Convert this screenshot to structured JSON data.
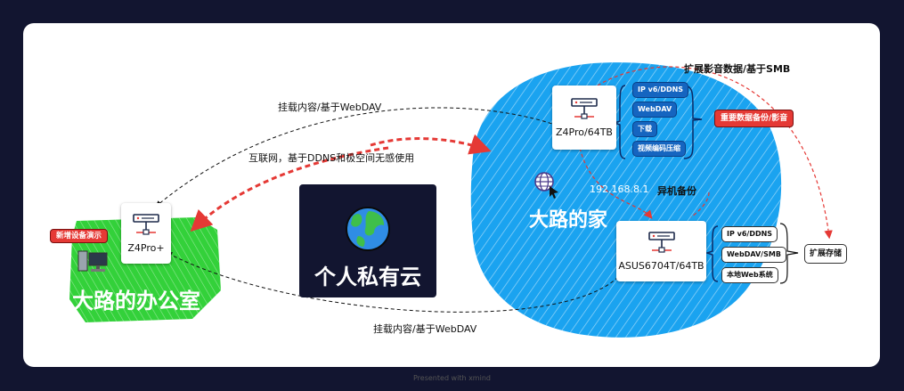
{
  "nodes": {
    "office_device": "Z4Pro+",
    "home_device_main": "Z4Pro/64TB",
    "home_device_backup": "ASUS6704T/64TB"
  },
  "labels": {
    "mount_top": "挂载内容/基于WebDAV",
    "internet": "互联网，基于DDNS和极空间无感使用",
    "mount_bottom": "挂载内容/基于WebDAV",
    "expand_media": "扩展影音数据/基于SMB",
    "ip_address": "192.168.8.1",
    "offsite_backup": "异机备份"
  },
  "regions": {
    "office": "大路的办公室",
    "home": "大路的家"
  },
  "center_title": "个人私有云",
  "tags": {
    "new_device_demo": "新增设备演示",
    "important_backup": "重要数据备份/影音",
    "expand_storage": "扩展存储"
  },
  "z4pro_features": [
    "IP v6/DDNS",
    "WebDAV",
    "下载",
    "视频编码压缩"
  ],
  "asus_features": [
    "IP v6/DDNS",
    "WebDAV/SMB",
    "本地Web系统"
  ],
  "footer": "Presented with xmind",
  "colors": {
    "background": "#121530",
    "home_blue": "#1aa3f0",
    "office_green": "#33d13a",
    "pill_blue": "#1565c0",
    "accent_red": "#e53935"
  }
}
